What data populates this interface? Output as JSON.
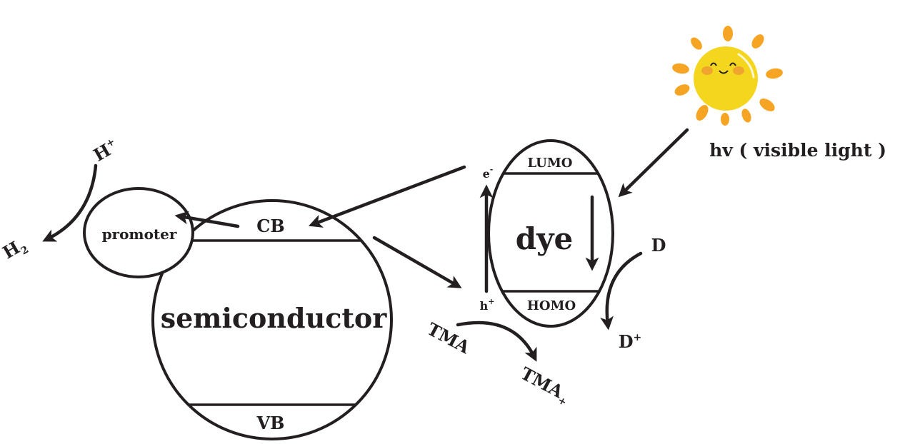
{
  "labels": {
    "h_plus": "H",
    "h_plus_sup": "+",
    "h2": "H",
    "h2_sub": "2",
    "promoter": "promoter",
    "cb": "CB",
    "vb": "VB",
    "semiconductor": "semiconductor",
    "dye": "dye",
    "lumo": "LUMO",
    "homo": "HOMO",
    "electron": "e",
    "electron_sup": "-",
    "hole": "h",
    "hole_sup": "+",
    "light": "hv ( visible light )",
    "d": "D",
    "d_plus": "D",
    "d_plus_sup": "+",
    "tma": "TMA",
    "tma_plus": "TMA",
    "tma_plus_sup": "+"
  },
  "colors": {
    "ink": "#231f20",
    "sun_body": "#f5d61f",
    "sun_rays": "#f5a523",
    "sun_cheeks": "#f0a030"
  },
  "icons": {
    "sun": "smiling-sun-icon"
  }
}
